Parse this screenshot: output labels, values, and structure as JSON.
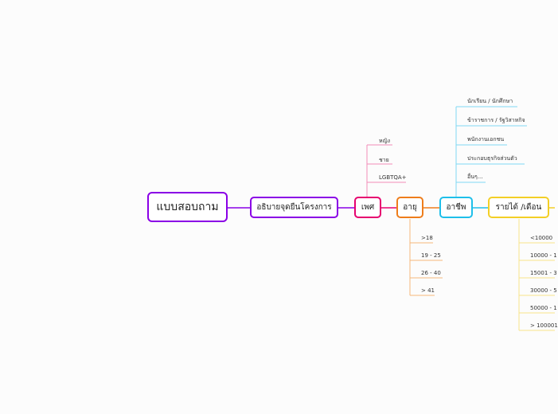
{
  "colors": {
    "root": "#8a00e6",
    "description": "#8a00e6",
    "gender": "#e6006f",
    "age": "#ee7d1b",
    "occupation": "#1fbfea",
    "income": "#f3cf26"
  },
  "mindmap": {
    "root": "แบบสอบถาม",
    "description": "อธิบายจุดยืนโครงการ",
    "gender": {
      "label": "เพศ",
      "items": [
        "หญิง",
        "ชาย",
        "LGBTQA+"
      ]
    },
    "age": {
      "label": "อายุ",
      "items": [
        ">18",
        "19 - 25",
        "26 - 40",
        "> 41"
      ]
    },
    "occupation": {
      "label": "อาชีพ",
      "items": [
        "นักเรียน / นักศึกษา",
        "ข้าราชการ / รัฐวิสาหกิจ",
        "พนักงานเอกชน",
        "ประกอบธุรกิจส่วนตัว",
        "อื่นๆ..."
      ]
    },
    "income": {
      "label": "รายได้ /เดือน",
      "items": [
        "<10000",
        "10000 - 1",
        "15001 - 3",
        "30000 - 5",
        "50000 - 1",
        "> 100001"
      ]
    }
  }
}
